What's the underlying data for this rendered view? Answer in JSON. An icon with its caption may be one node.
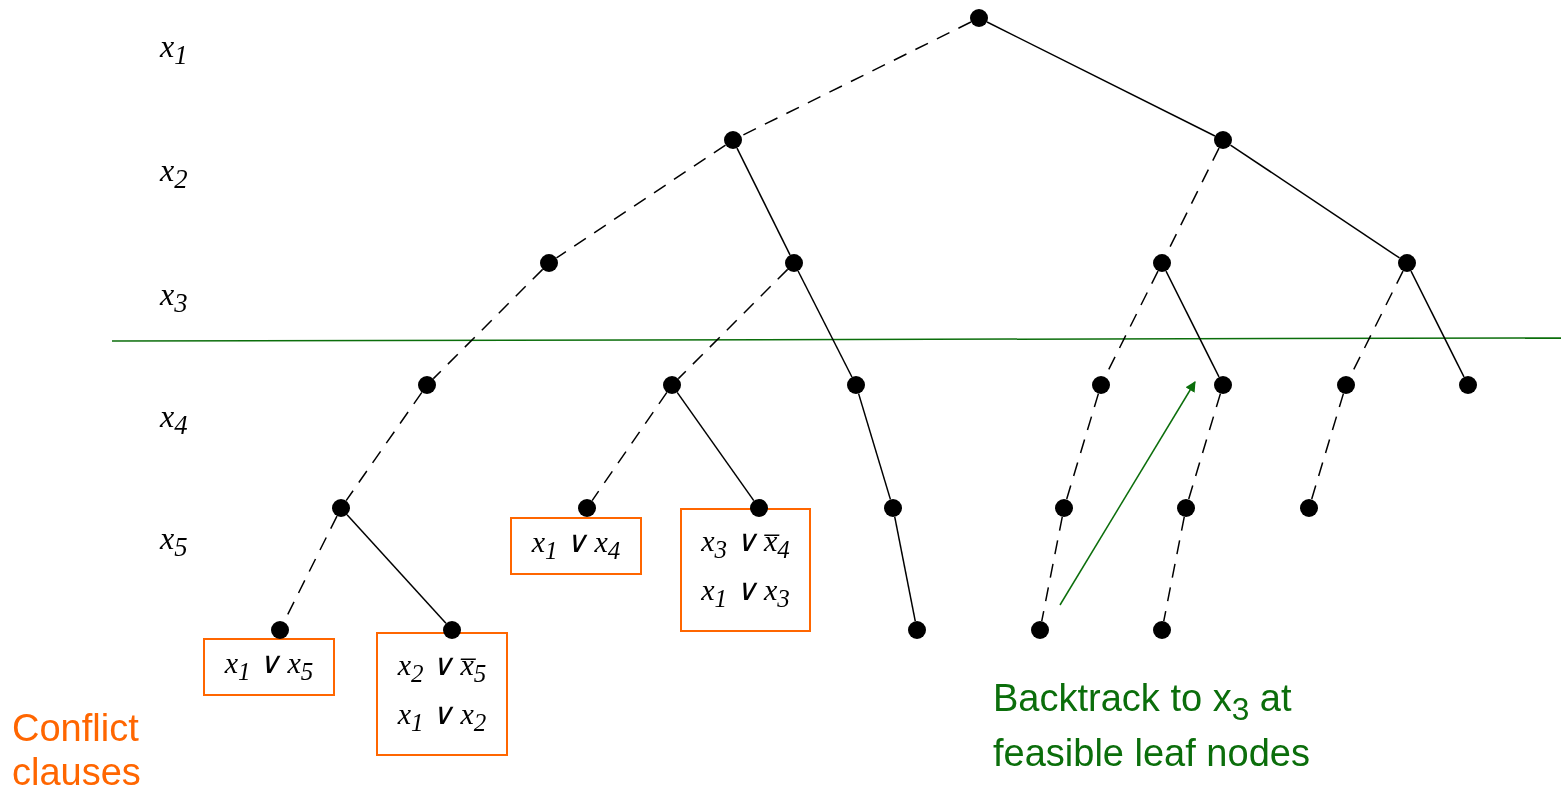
{
  "diagram": {
    "nodes": [
      {
        "text": [],
        "shape": "circle"
      },
      {
        "text": [],
        "shape": "circle"
      },
      {
        "text": [],
        "shape": "circle"
      },
      {
        "text": [],
        "shape": "circle"
      },
      {
        "text": [],
        "shape": "circle"
      },
      {
        "text": [],
        "shape": "circle"
      },
      {
        "text": [],
        "shape": "circle"
      },
      {
        "text": [],
        "shape": "circle"
      },
      {
        "text": [],
        "shape": "circle"
      },
      {
        "text": [],
        "shape": "circle"
      },
      {
        "text": [],
        "shape": "circle"
      },
      {
        "text": [],
        "shape": "circle"
      },
      {
        "text": [],
        "shape": "circle"
      },
      {
        "text": [],
        "shape": "circle"
      },
      {
        "text": [],
        "shape": "circle"
      },
      {
        "text": [],
        "shape": "circle"
      },
      {
        "text": [],
        "shape": "circle"
      },
      {
        "text": [],
        "shape": "circle"
      },
      {
        "text": [],
        "shape": "circle"
      },
      {
        "text": [],
        "shape": "circle"
      },
      {
        "text": [],
        "shape": "circle"
      },
      {
        "text": [],
        "shape": "circle"
      },
      {
        "text": [],
        "shape": "circle"
      },
      {
        "text": [],
        "shape": "circle"
      },
      {
        "text": [],
        "shape": "circle"
      },
      {
        "text": [],
        "shape": "circle"
      },
      {
        "text": [
          "x$_{1}$ ∨ x$_{4}$"
        ]
      },
      {
        "text": [
          "x$_{3}$ ∨ x̅$_{4}$",
          "x$_{1}$ ∨ x$_{3}$"
        ]
      },
      {
        "text": [
          "x$_{1}$ ∨ x$_{5}$"
        ]
      },
      {
        "text": [
          "x$_{2}$ ∨ x̅$_{5}$",
          "x$_{1}$ ∨ x$_{2}$"
        ]
      }
    ],
    "edges": [
      {
        "from": 0,
        "to": 1,
        "arrow": "none",
        "style": "dashed"
      },
      {
        "from": 0,
        "to": 2,
        "arrow": "none"
      },
      {
        "from": 1,
        "to": 3,
        "arrow": "none",
        "style": "dashed"
      },
      {
        "from": 1,
        "to": 4,
        "arrow": "none"
      },
      {
        "from": 2,
        "to": 5,
        "arrow": "none",
        "style": "dashed"
      },
      {
        "from": 2,
        "to": 6,
        "arrow": "none"
      },
      {
        "from": 3,
        "to": 7,
        "arrow": "none",
        "style": "dashed"
      },
      {
        "from": 4,
        "to": 8,
        "arrow": "none",
        "style": "dashed"
      },
      {
        "from": 4,
        "to": 9,
        "arrow": "none"
      },
      {
        "from": 5,
        "to": 10,
        "arrow": "none",
        "style": "dashed"
      },
      {
        "from": 5,
        "to": 11,
        "arrow": "none"
      },
      {
        "from": 6,
        "to": 12,
        "arrow": "none",
        "style": "dashed"
      },
      {
        "from": 6,
        "to": 13,
        "arrow": "none"
      },
      {
        "from": 7,
        "to": 14,
        "arrow": "none",
        "style": "dashed"
      },
      {
        "from": 8,
        "to": 15,
        "arrow": "none",
        "style": "dashed"
      },
      {
        "from": 8,
        "to": 16,
        "arrow": "none"
      },
      {
        "from": 9,
        "to": 17,
        "arrow": "none"
      },
      {
        "from": 10,
        "to": 18,
        "arrow": "none",
        "style": "dashed"
      },
      {
        "from": 11,
        "to": 19,
        "arrow": "none",
        "style": "dashed"
      },
      {
        "from": 12,
        "to": 20,
        "arrow": "none",
        "style": "dashed"
      },
      {
        "from": 14,
        "to": 21,
        "arrow": "none",
        "style": "dashed"
      },
      {
        "from": 14,
        "to": 22,
        "arrow": "none"
      },
      {
        "from": 17,
        "to": 23,
        "arrow": "none"
      },
      {
        "from": 18,
        "to": 24,
        "arrow": "none",
        "style": "dashed"
      },
      {
        "from": 19,
        "to": 25,
        "arrow": "none",
        "style": "dashed"
      },
      {
        "from": 24,
        "to": 11,
        "arrow": "to",
        "color": "#0b6e0b"
      }
    ],
    "labels": [
      "x$_{1}$",
      "x$_{2}$",
      "x$_{3}$",
      "x$_{4}$",
      "x$_{5}$",
      "Conflict clauses",
      "Backtrack to x$_{3}$ at feasible leaf nodes"
    ]
  }
}
